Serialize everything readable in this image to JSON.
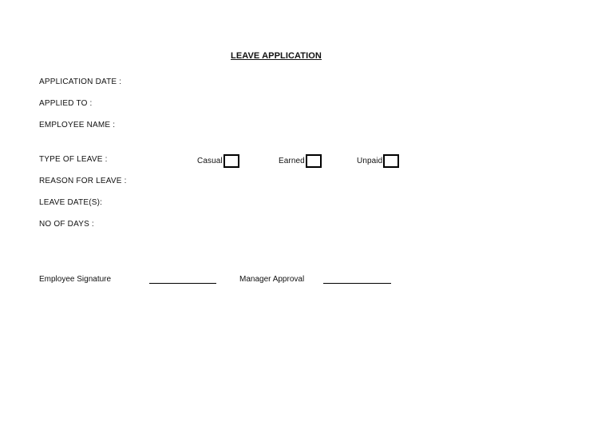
{
  "form": {
    "title": "LEAVE APPLICATION",
    "fields": {
      "application_date": "APPLICATION DATE :",
      "applied_to": "APPLIED TO :",
      "employee_name": "EMPLOYEE NAME :",
      "type_of_leave": "TYPE OF LEAVE :",
      "reason_for_leave": "REASON FOR LEAVE :",
      "leave_dates": "LEAVE DATE(S):",
      "no_of_days": "NO OF DAYS :"
    },
    "leave_types": {
      "casual": "Casual",
      "earned": "Earned",
      "unpaid": "Unpaid"
    },
    "signatures": {
      "employee": "Employee Signature",
      "manager": "Manager Approval"
    }
  }
}
